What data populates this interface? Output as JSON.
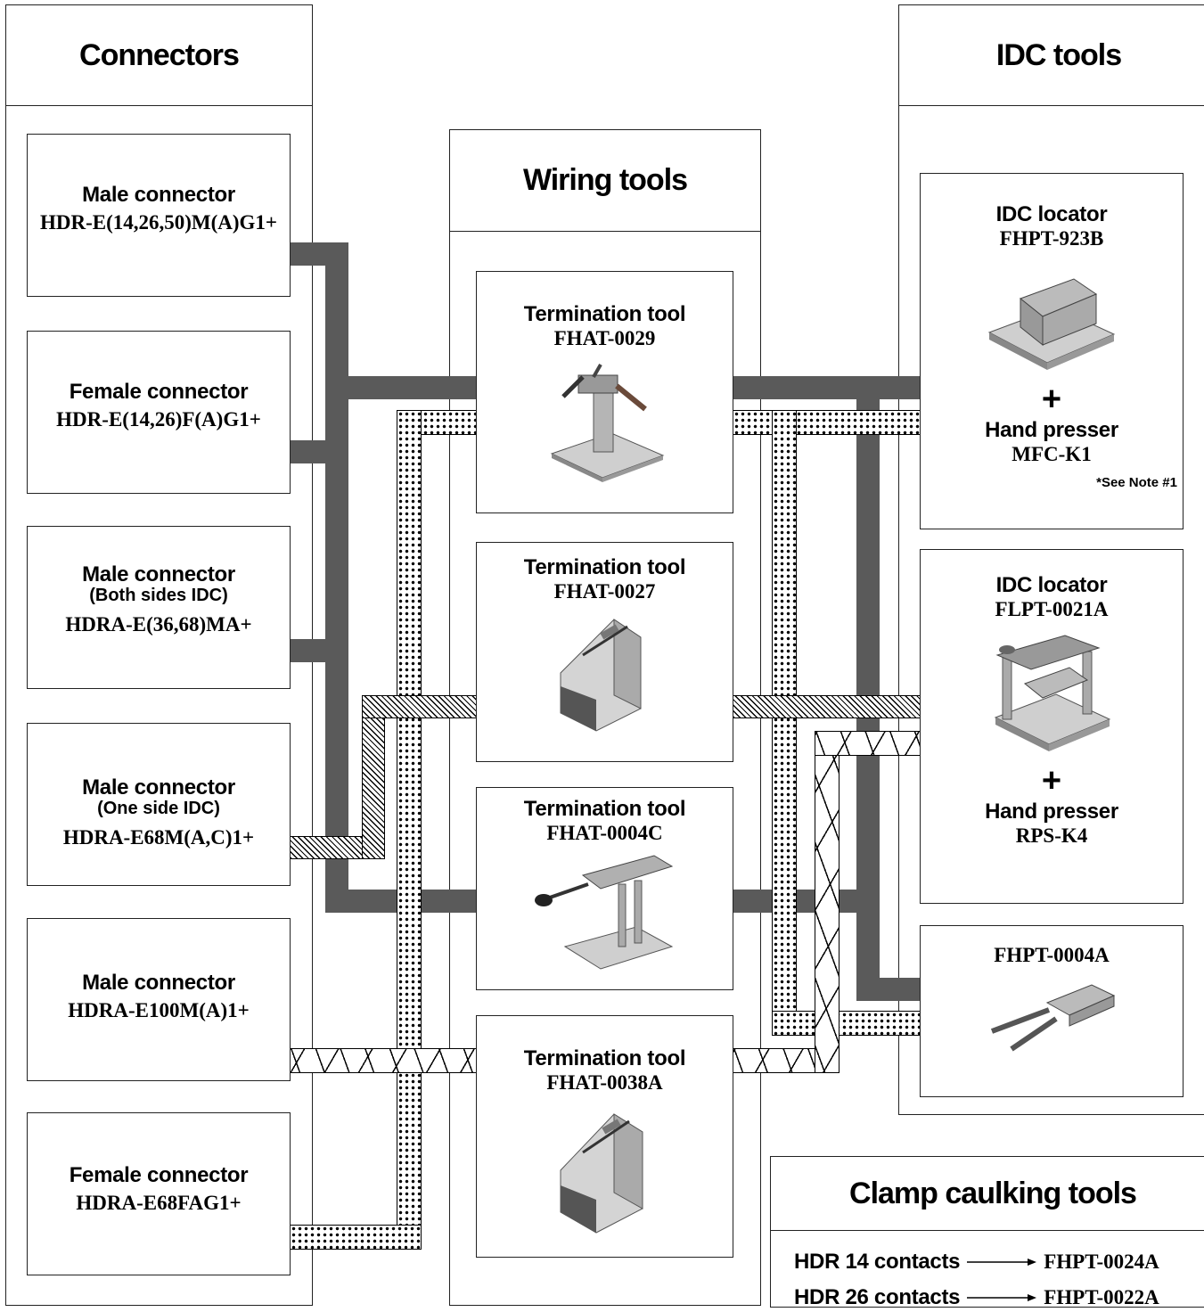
{
  "columns": {
    "connectors": "Connectors",
    "wiring": "Wiring tools",
    "idc": "IDC tools",
    "clamp": "Clamp caulking tools"
  },
  "connectors": [
    {
      "label": "Male connector",
      "sub": "",
      "part": "HDR-E(14,26,50)M(A)G1+"
    },
    {
      "label": "Female connector",
      "sub": "",
      "part": "HDR-E(14,26)F(A)G1+"
    },
    {
      "label": "Male connector",
      "sub": "(Both sides IDC)",
      "part": "HDRA-E(36,68)MA+"
    },
    {
      "label": "Male connector",
      "sub": "(One side IDC)",
      "part": "HDRA-E68M(A,C)1+"
    },
    {
      "label": "Male connector",
      "sub": "",
      "part": "HDRA-E100M(A)1+"
    },
    {
      "label": "Female connector",
      "sub": "",
      "part": "HDRA-E68FAG1+"
    }
  ],
  "wiring_tools": [
    {
      "label": "Termination tool",
      "part": "FHAT-0029"
    },
    {
      "label": "Termination tool",
      "part": "FHAT-0027"
    },
    {
      "label": "Termination tool",
      "part": "FHAT-0004C"
    },
    {
      "label": "Termination tool",
      "part": "FHAT-0038A"
    }
  ],
  "idc_tools": [
    {
      "label": "IDC locator",
      "part": "FHPT-923B",
      "plus": "+",
      "presser_label": "Hand presser",
      "presser_part": "MFC-K1",
      "note": "*See Note #1"
    },
    {
      "label": "IDC locator",
      "part": "FLPT-0021A",
      "plus": "+",
      "presser_label": "Hand presser",
      "presser_part": "RPS-K4"
    },
    {
      "part": "FHPT-0004A"
    }
  ],
  "clamp": [
    {
      "label": "HDR 14 contacts",
      "part": "FHPT-0024A"
    },
    {
      "label": "HDR 26 contacts",
      "part": "FHPT-0022A"
    }
  ],
  "colors": {
    "solid_line": "#5a5a5a",
    "border": "#222222"
  }
}
